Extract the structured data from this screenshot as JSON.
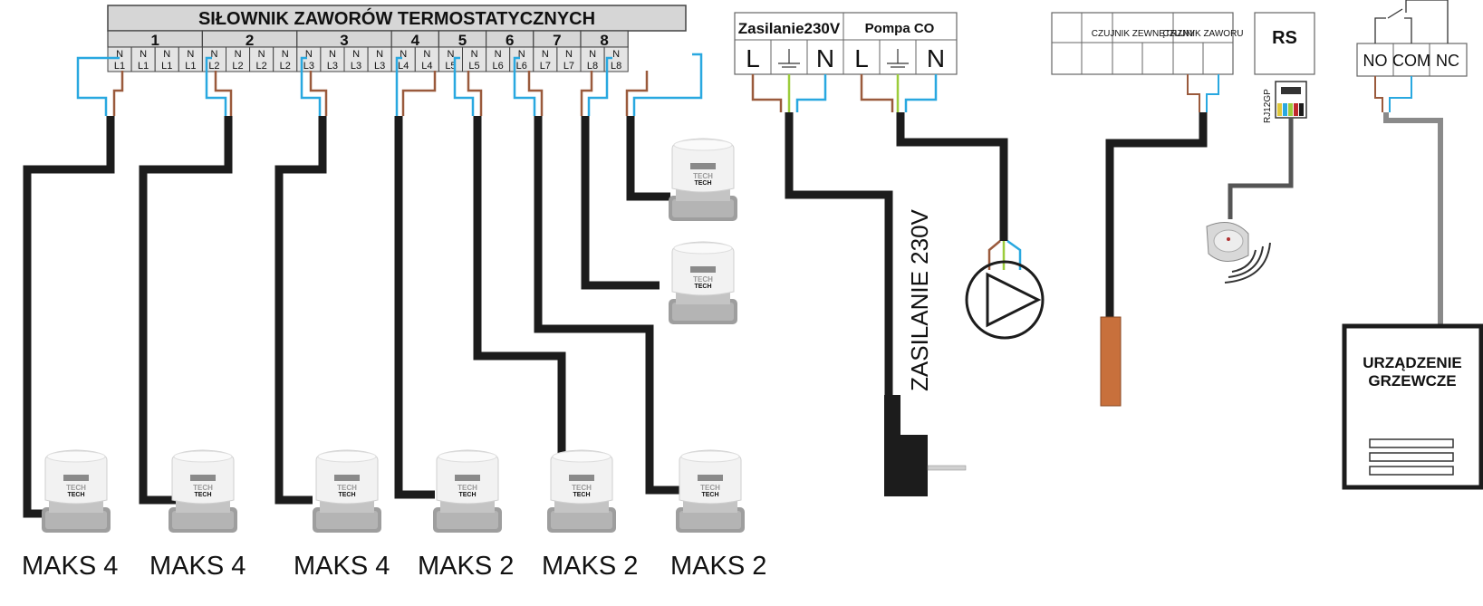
{
  "actuator_strip": {
    "title": "SIŁOWNIK ZAWORÓW TERMOSTATYCZNYCH",
    "groups": [
      "1",
      "2",
      "3",
      "4",
      "5",
      "6",
      "7",
      "8"
    ],
    "terminals": [
      {
        "top": "N",
        "bottom": "L1"
      },
      {
        "top": "N",
        "bottom": "L1"
      },
      {
        "top": "N",
        "bottom": "L1"
      },
      {
        "top": "N",
        "bottom": "L1"
      },
      {
        "top": "N",
        "bottom": "L2"
      },
      {
        "top": "N",
        "bottom": "L2"
      },
      {
        "top": "N",
        "bottom": "L2"
      },
      {
        "top": "N",
        "bottom": "L2"
      },
      {
        "top": "N",
        "bottom": "L3"
      },
      {
        "top": "N",
        "bottom": "L3"
      },
      {
        "top": "N",
        "bottom": "L3"
      },
      {
        "top": "N",
        "bottom": "L3"
      },
      {
        "top": "N",
        "bottom": "L4"
      },
      {
        "top": "N",
        "bottom": "L4"
      },
      {
        "top": "N",
        "bottom": "L5"
      },
      {
        "top": "N",
        "bottom": "L5"
      },
      {
        "top": "N",
        "bottom": "L6"
      },
      {
        "top": "N",
        "bottom": "L6"
      },
      {
        "top": "N",
        "bottom": "L7"
      },
      {
        "top": "N",
        "bottom": "L7"
      },
      {
        "top": "N",
        "bottom": "L8"
      },
      {
        "top": "N",
        "bottom": "L8"
      }
    ]
  },
  "power_block": {
    "supply_title": "Zasilanie230V",
    "pump_title": "Pompa CO",
    "terminals": [
      "L",
      "N",
      "L",
      "N"
    ]
  },
  "sensor_block": {
    "external_sensor": "CZUJNIK ZEWNĘTRZNY",
    "valve_sensor": "CZUJNIK ZAWORU"
  },
  "rs_block": {
    "title": "RS",
    "connector": "RJ12GP"
  },
  "relay_block": {
    "terminals": [
      "NO",
      "COM",
      "NC"
    ]
  },
  "power_cable_label": "ZASILANIE 230V",
  "heating_device": {
    "label_line1": "URZĄDZENIE",
    "label_line2": "GRZEWCZE"
  },
  "actuator_brand": "TECH",
  "actuator_labels": [
    "MAKS 4",
    "MAKS 4",
    "MAKS 4",
    "MAKS 2",
    "MAKS 2",
    "MAKS 2"
  ],
  "colors": {
    "wire_blue": "#29a8e0",
    "wire_brown": "#9a5a3c",
    "wire_ground": "#9ccc3c",
    "cable_black": "#1c1c1c",
    "cable_grey": "#8a8a8a",
    "sensor_orange": "#c8703c",
    "actuator_body": "#ececec",
    "actuator_base": "#a8a8a8"
  }
}
